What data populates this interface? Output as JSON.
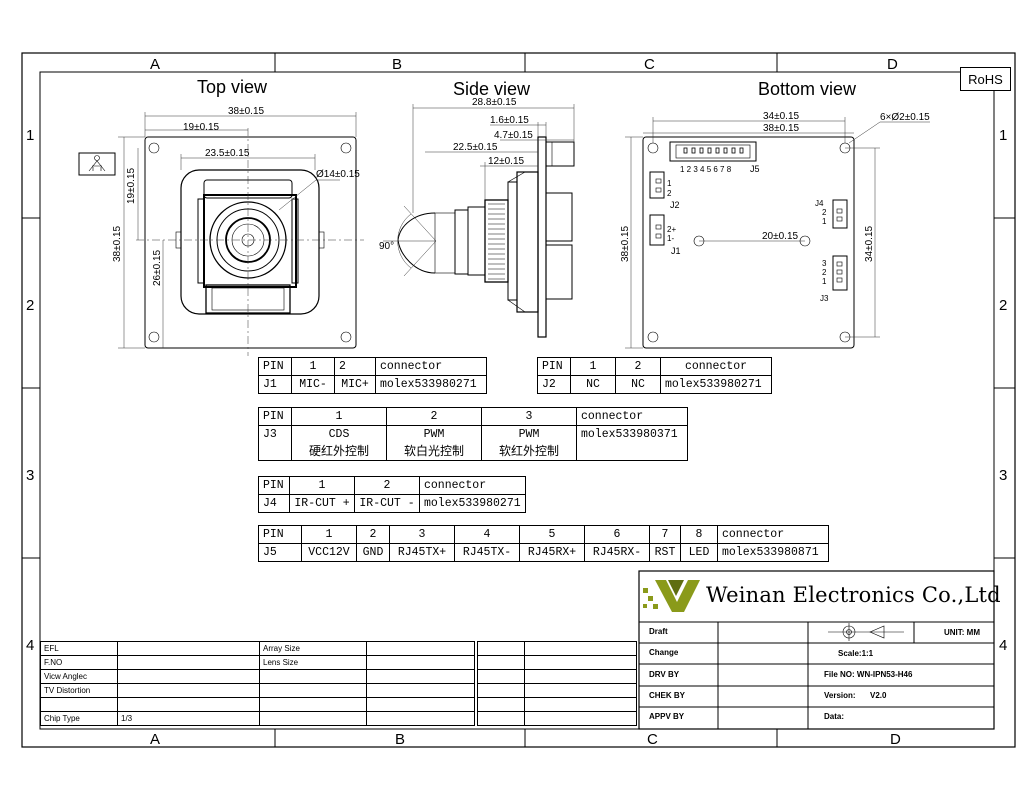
{
  "grid": {
    "columns": [
      "A",
      "B",
      "C",
      "D"
    ],
    "rows": [
      "1",
      "2",
      "3",
      "4"
    ]
  },
  "views": {
    "top": "Top view",
    "side": "Side  view",
    "bottom": "Bottom view"
  },
  "rohs": "RoHS",
  "dimensions": {
    "top_width": "38±0.15",
    "top_half": "19±0.15",
    "top_lens_frame": "23.5±0.15",
    "top_lens_dia": "Ø14±0.15",
    "top_v19": "19±0.15",
    "top_v38": "38±0.15",
    "top_v26": "26±0.15",
    "side_total": "28.8±0.15",
    "side_16": "1.6±0.15",
    "side_47": "4.7±0.15",
    "side_225": "22.5±0.15",
    "side_12": "12±0.15",
    "side_angle": "90°",
    "bot_34": "34±0.15",
    "bot_38": "38±0.15",
    "bot_holes": "6×Ø2±0.15",
    "bot_20": "20±0.15",
    "bot_v38": "38±0.15",
    "bot_v34": "34±0.15"
  },
  "bottom_labels": {
    "j5": "J5",
    "j5_pins": "1 2 3 4 5 6 7 8",
    "j1": "J1",
    "j1_p1": "2+",
    "j1_p2": "1-",
    "j2": "J2",
    "j2_p1": "1",
    "j2_p2": "2",
    "j4": "J4",
    "j4_p1": "2",
    "j4_p2": "1",
    "j3": "J3",
    "j3_p1": "3",
    "j3_p2": "2",
    "j3_p3": "1"
  },
  "tables": {
    "j1": {
      "headers": [
        "PIN",
        "1",
        "2",
        "connector"
      ],
      "row": [
        "J1",
        "MIC-",
        "MIC+",
        "molex533980271"
      ]
    },
    "j2": {
      "headers": [
        "PIN",
        "1",
        "2",
        "connector"
      ],
      "row": [
        "J2",
        "NC",
        "NC",
        "molex533980271"
      ]
    },
    "j3": {
      "headers": [
        "PIN",
        "1",
        "2",
        "3",
        "connector"
      ],
      "row": [
        "J3",
        "CDS",
        "PWM",
        "PWM",
        "molex533980371"
      ],
      "row2": [
        "",
        "硬红外控制",
        "软白光控制",
        "软红外控制",
        ""
      ]
    },
    "j4": {
      "headers": [
        "PIN",
        "1",
        "2",
        "connector"
      ],
      "row": [
        "J4",
        "IR-CUT +",
        "IR-CUT -",
        "molex533980271"
      ]
    },
    "j5": {
      "headers": [
        "PIN",
        "1",
        "2",
        "3",
        "4",
        "5",
        "6",
        "7",
        "8",
        "connector"
      ],
      "row": [
        "J5",
        "VCC12V",
        "GND",
        "RJ45TX+",
        "RJ45TX-",
        "RJ45RX+",
        "RJ45RX-",
        "RST",
        "LED",
        "molex533980871"
      ]
    }
  },
  "info_left": [
    [
      "EFL",
      ""
    ],
    [
      "F.NO",
      ""
    ],
    [
      "Vicw Anglec",
      ""
    ],
    [
      "TV  Distortion",
      ""
    ],
    [
      "",
      ""
    ],
    [
      "Chip Type",
      "1/3"
    ]
  ],
  "info_mid": [
    [
      "Array Size",
      ""
    ],
    [
      "Lens Size",
      ""
    ]
  ],
  "title_block": {
    "company": "Weinan Electronics Co.,Ltd",
    "draft": "Draft",
    "change": "Change",
    "drv_by": "DRV BY",
    "chek_by": "CHEK BY",
    "appv_by": "APPV BY",
    "unit": "UNIT: MM",
    "scale": "Scale:1:1",
    "file_no": "File NO: WN-IPN53-H46",
    "version_label": "Version:",
    "version": "V2.0",
    "data": "Data:"
  },
  "colors": {
    "logo_olive": "#8a9a1a",
    "logo_dark": "#5f6e10"
  }
}
